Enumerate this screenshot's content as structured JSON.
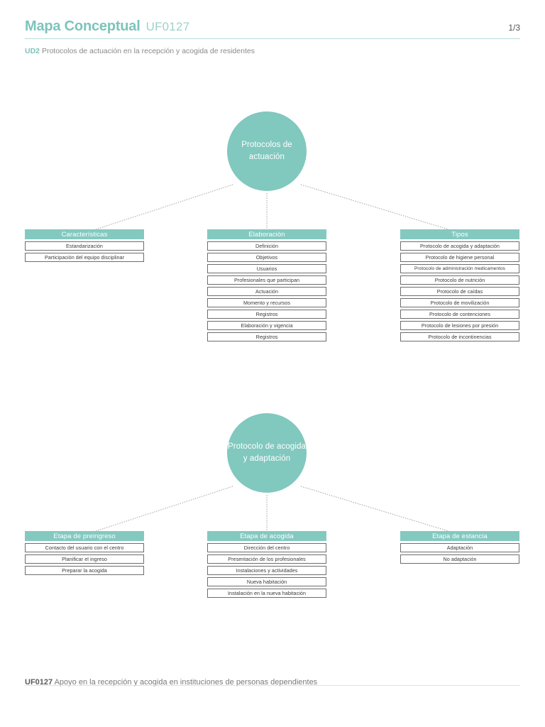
{
  "header": {
    "title": "Mapa Conceptual",
    "code": "UF0127",
    "page_number": "1/3",
    "unit_label": "UD2",
    "unit_title": "Protocolos de actuación en la recepción y acogida de residentes"
  },
  "footer": {
    "code": "UF0127",
    "text": "Apoyo en la recepción y acogida en instituciones de personas dependientes"
  },
  "theme": {
    "teal": "#81c8bf",
    "teal_header": "#84c9c0",
    "title_teal": "#7cc4bb",
    "box_border": "#6d6d6d",
    "connector": "#9b9b9b"
  },
  "diagrams": [
    {
      "root": "Protocolos de actuación",
      "columns": [
        {
          "title": "Características",
          "items": [
            "Estandarización",
            "Participación del equipo disciplinar"
          ]
        },
        {
          "title": "Elaboración",
          "items": [
            "Definición",
            "Objetivos",
            "Usuarios",
            "Profesionales que participan",
            "Actuación",
            "Momento y recursos",
            "Registros",
            "Elaboración y vigencia",
            "Registros"
          ]
        },
        {
          "title": "Tipos",
          "items": [
            "Protocolo de acogida y adaptación",
            "Protocolo de higiene personal",
            "Protocolo de administración  medicamentos",
            "Protocolo de nutrición",
            "Protocolo de caídas",
            "Protocolo de movilización",
            "Protocolo de contenciones",
            "Protocolo de lesiones por presión",
            "Protocolo de incontinencias"
          ]
        }
      ]
    },
    {
      "root": "Protocolo de acogida y adaptación",
      "columns": [
        {
          "title": "Etapa de preingreso",
          "items": [
            "Contacto del usuario con el centro",
            "Planificar el ingreso",
            "Preparar la acogida"
          ]
        },
        {
          "title": "Etapa de acogida",
          "items": [
            "Dirección del centro",
            "Presentación de los profesionales",
            "Instalaciones y actividades",
            "Nueva habitación",
            "Instalación en la nueva habitación"
          ]
        },
        {
          "title": "Etapa de estancia",
          "items": [
            "Adaptación",
            "No adaptación"
          ]
        }
      ]
    }
  ]
}
